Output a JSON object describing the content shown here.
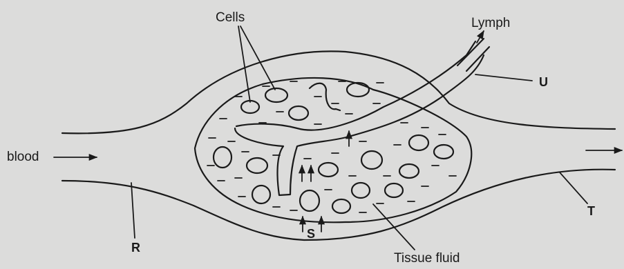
{
  "diagram": {
    "labels": {
      "cells": "Cells",
      "lymph": "Lymph",
      "blood": "blood",
      "u": "U",
      "t": "T",
      "r": "R",
      "s": "S",
      "tissue_fluid": "Tissue fluid"
    },
    "colors": {
      "background": "#dcdcdb",
      "ink": "#1a1a1a"
    }
  }
}
